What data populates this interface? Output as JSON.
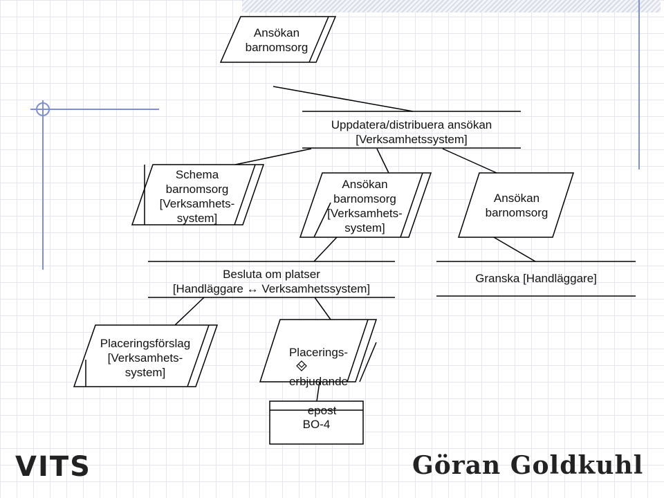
{
  "colors": {
    "line": "#000000",
    "accent_line": "#7d8fd0",
    "grid": "#e6e6ee"
  },
  "nodes": {
    "top_doc": "Ansökan\nbarnomsorg",
    "update_process": "Uppdatera/distribuera ansökan\n[Verksamhetssystem]",
    "schema_doc": "Schema\nbarnomsorg\n[Verksamhets-\nsystem]",
    "ansokan_store": "Ansökan\nbarnomsorg\n[Verksamhets-\nsystem]",
    "ansokan_doc": "Ansökan\nbarnomsorg",
    "besluta_process": "Besluta om platser\n[Handläggare  ↔  Verksamhetssystem]",
    "granska_process": "Granska  [Handläggare]",
    "placeringsforslag": "Placeringsförslag\n[Verksamhets-\nsystem]",
    "placeringserbjudande_line1": "Placerings-",
    "placeringserbjudande_line2": "erbjudande",
    "placeringserbjudande_line3": "epost",
    "bo4": "BO-4"
  },
  "icons": {
    "epost": "envelope-icon",
    "crosshair": "crosshair-icon"
  },
  "branding": {
    "left": "VITS",
    "right": "Göran Goldkuhl"
  }
}
